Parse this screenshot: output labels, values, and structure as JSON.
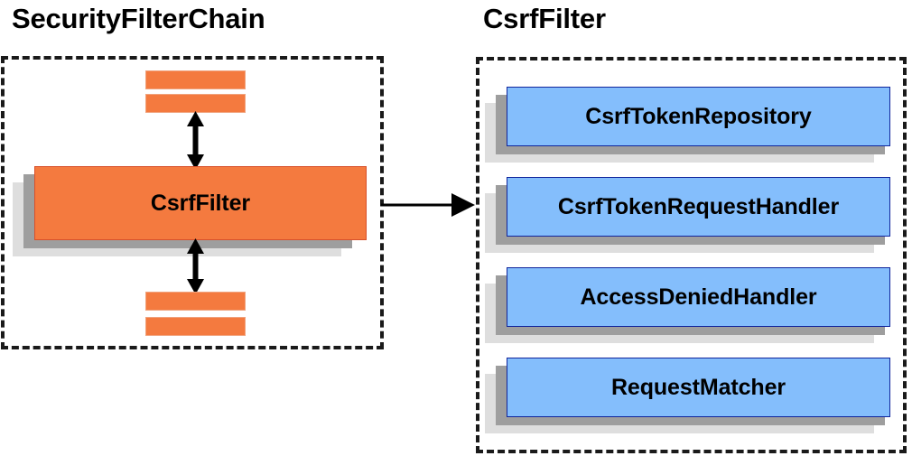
{
  "diagram": {
    "type": "component-relationship-diagram",
    "background_color": "#ffffff",
    "panels": [
      {
        "id": "security-filter-chain",
        "title": "SecurityFilterChain",
        "border_style": "dashed",
        "border_color": "#1a1a1a"
      },
      {
        "id": "csrf-filter",
        "title": "CsrfFilter",
        "border_style": "dashed",
        "border_color": "#1a1a1a"
      }
    ]
  },
  "left_panel": {
    "title": "SecurityFilterChain",
    "top_strips": [
      "",
      ""
    ],
    "bottom_strips": [
      "",
      ""
    ],
    "main_component": {
      "label": "CsrfFilter",
      "fill_color": "#f47a3f",
      "border_color": "#d8502a"
    },
    "connectors": [
      {
        "name": "top-double-arrow",
        "direction": "bidirectional"
      },
      {
        "name": "bottom-double-arrow",
        "direction": "bidirectional"
      }
    ]
  },
  "right_panel": {
    "title": "CsrfFilter",
    "components": [
      {
        "label": "CsrfTokenRepository",
        "fill_color": "#84befc",
        "border_color": "#10259c"
      },
      {
        "label": "CsrfTokenRequestHandler",
        "fill_color": "#84befc",
        "border_color": "#10259c"
      },
      {
        "label": "AccessDeniedHandler",
        "fill_color": "#84befc",
        "border_color": "#10259c"
      },
      {
        "label": "RequestMatcher",
        "fill_color": "#84befc",
        "border_color": "#10259c"
      }
    ]
  },
  "cross_connector": {
    "name": "expands-into-arrow",
    "direction": "left-to-right",
    "from": "CsrfFilter",
    "to": "CsrfFilter detail panel",
    "color": "#000000"
  },
  "colors": {
    "orange_fill": "#f47a3f",
    "orange_border": "#d8502a",
    "orange_strip_border": "#f0a37e",
    "blue_fill": "#84befc",
    "blue_border": "#10259c",
    "shadow_dark": "#9e9e9e",
    "shadow_light": "#dedede",
    "text": "#000000",
    "dashed_border": "#1a1a1a"
  }
}
